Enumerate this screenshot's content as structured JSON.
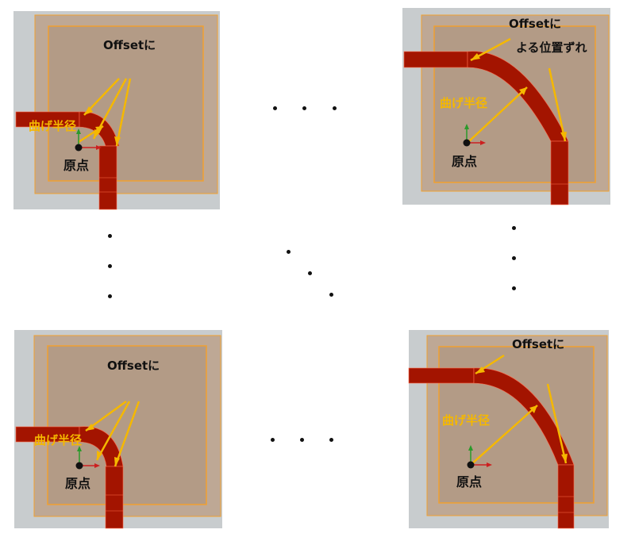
{
  "labels": {
    "offset_to": "Offsetに",
    "offset_shift_line1": "Offsetに",
    "offset_shift_line2": "よる位置ずれ",
    "bend_radius": "曲げ半径",
    "origin": "原点"
  },
  "ellipsis_h": "・・・",
  "colors": {
    "outer_bg": "#c8ccce",
    "inner_box": "#b39b86",
    "border_orange": "#f0a030",
    "waveguide": "#a31400",
    "waveguide_edge": "#ff6a4a",
    "arrow_yellow": "#f5b800",
    "axis_green": "#2a9a2a",
    "axis_red": "#cc2020",
    "dots": "#111111"
  },
  "panels": [
    {
      "id": "top-left",
      "label_offset": "Offsetに",
      "label_radius": "曲げ半径",
      "label_origin": "原点"
    },
    {
      "id": "top-right",
      "label_offset": "Offsetに\nよる位置ずれ",
      "label_radius": "曲げ半径",
      "label_origin": "原点"
    },
    {
      "id": "bottom-left",
      "label_offset": "Offsetに",
      "label_radius": "曲げ半径",
      "label_origin": "原点"
    },
    {
      "id": "bottom-right",
      "label_offset": "Offsetに",
      "label_radius": "曲げ半径",
      "label_origin": "原点"
    }
  ]
}
